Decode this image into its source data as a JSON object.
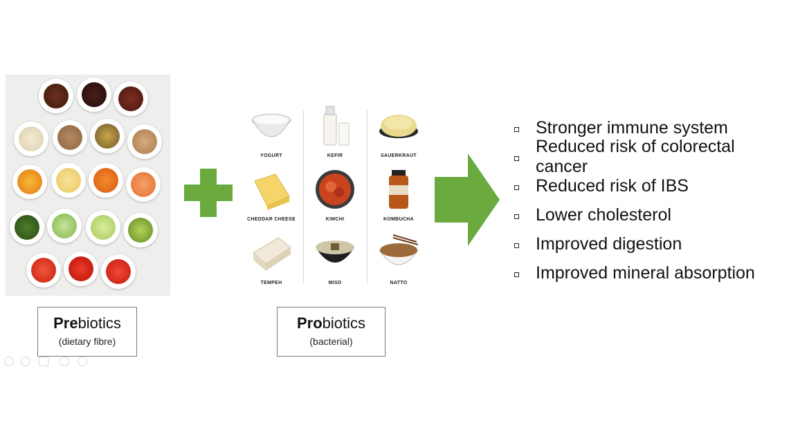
{
  "prebiotics": {
    "bold": "Pre",
    "rest": "biotics",
    "subtitle": "(dietary fibre)"
  },
  "probiotics": {
    "bold": "Pro",
    "rest": "biotics",
    "subtitle": "(bacterial)",
    "foods": [
      "YOGURT",
      "KEFIR",
      "SAUERKRAUT",
      "CHEDDAR CHEESE",
      "KIMCHI",
      "KOMBUCHA",
      "TEMPEH",
      "MISO",
      "NATTO"
    ]
  },
  "benefits": [
    "Stronger immune system",
    "Reduced risk of colorectal cancer",
    "Reduced risk of IBS",
    "Lower cholesterol",
    "Improved digestion",
    "Improved mineral absorption"
  ],
  "colors": {
    "accent_green": "#6aaa3f"
  }
}
